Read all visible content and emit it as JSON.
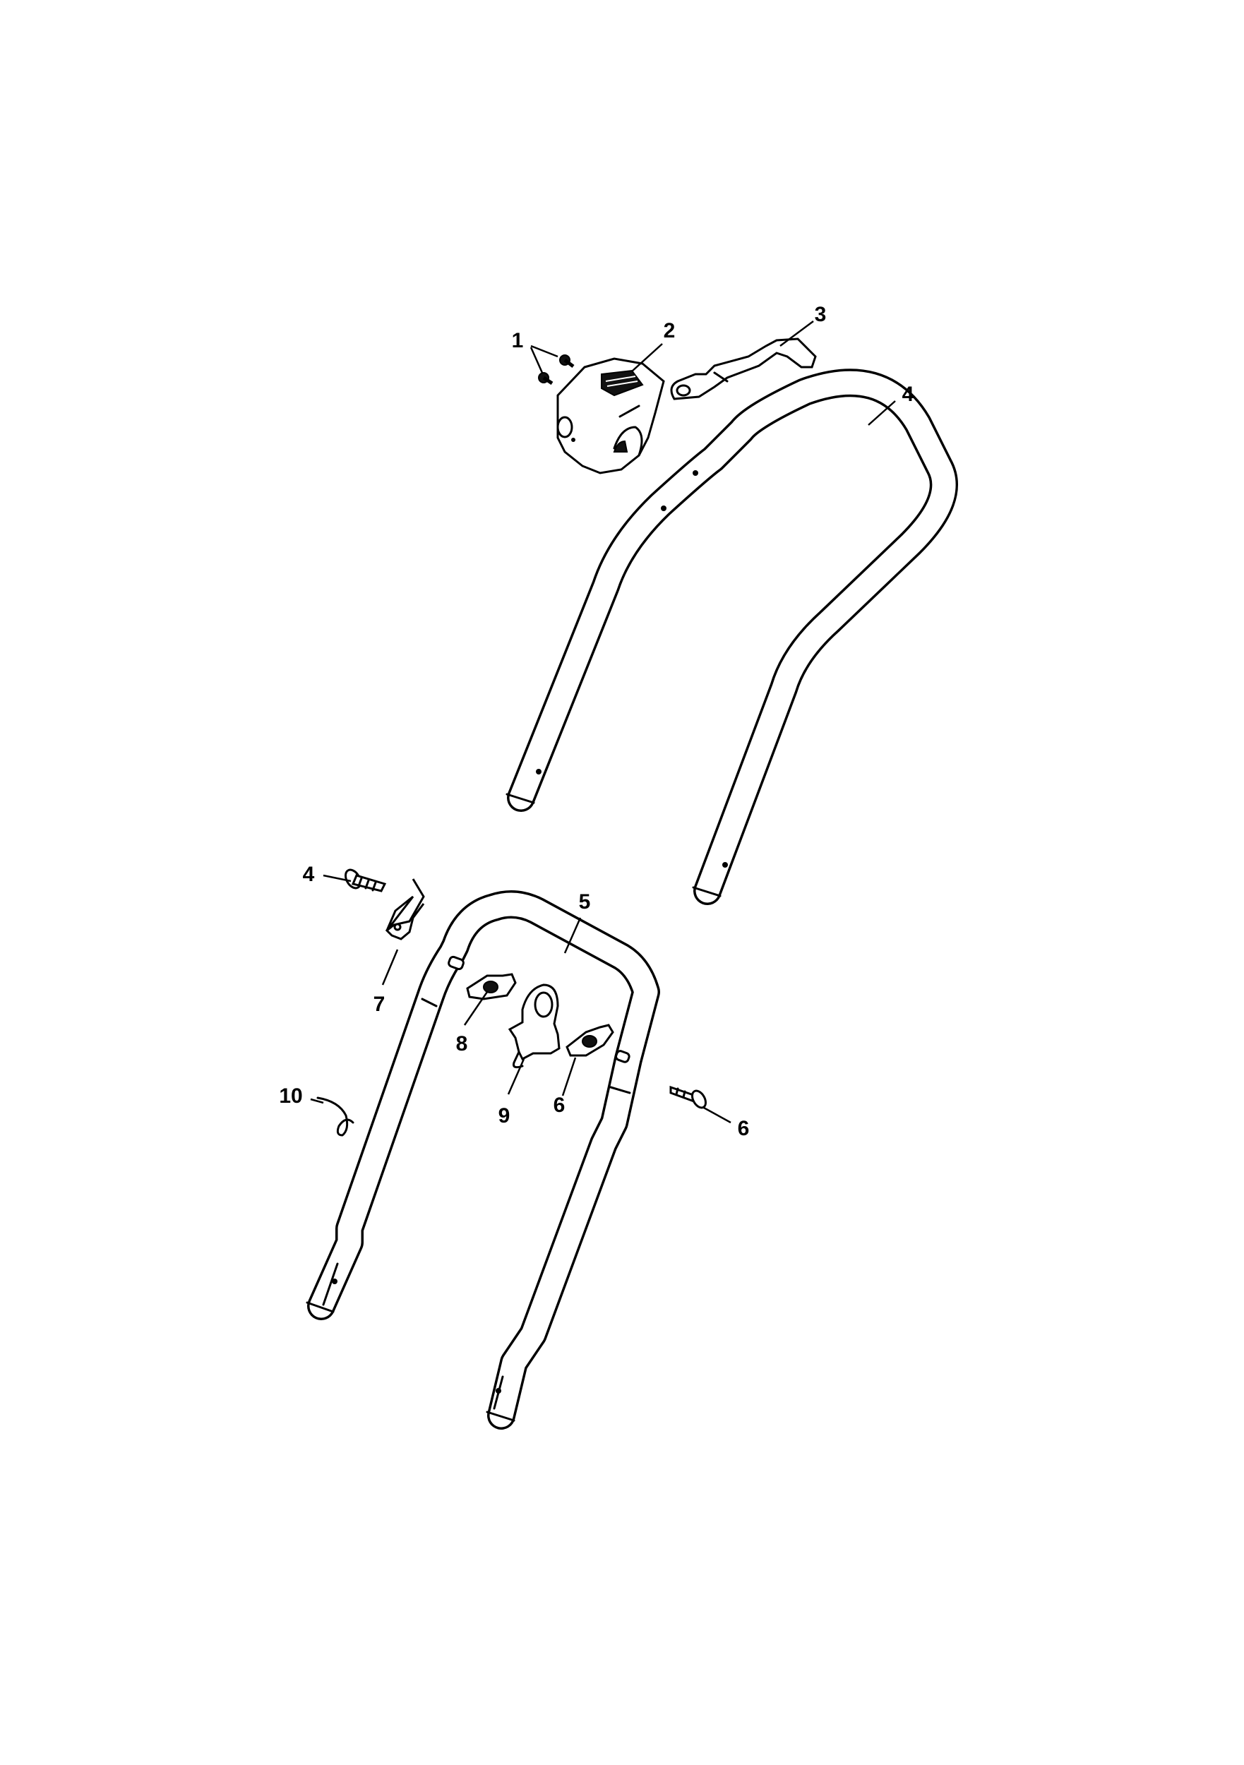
{
  "callouts": [
    {
      "id": "c1",
      "text": "1"
    },
    {
      "id": "c2",
      "text": "2"
    },
    {
      "id": "c3",
      "text": "3"
    },
    {
      "id": "c4a",
      "text": "4"
    },
    {
      "id": "c4b",
      "text": "4"
    },
    {
      "id": "c5",
      "text": "5"
    },
    {
      "id": "c6a",
      "text": "6"
    },
    {
      "id": "c6b",
      "text": "6"
    },
    {
      "id": "c7",
      "text": "7"
    },
    {
      "id": "c8",
      "text": "8"
    },
    {
      "id": "c9",
      "text": "9"
    },
    {
      "id": "c10",
      "text": "10"
    }
  ]
}
